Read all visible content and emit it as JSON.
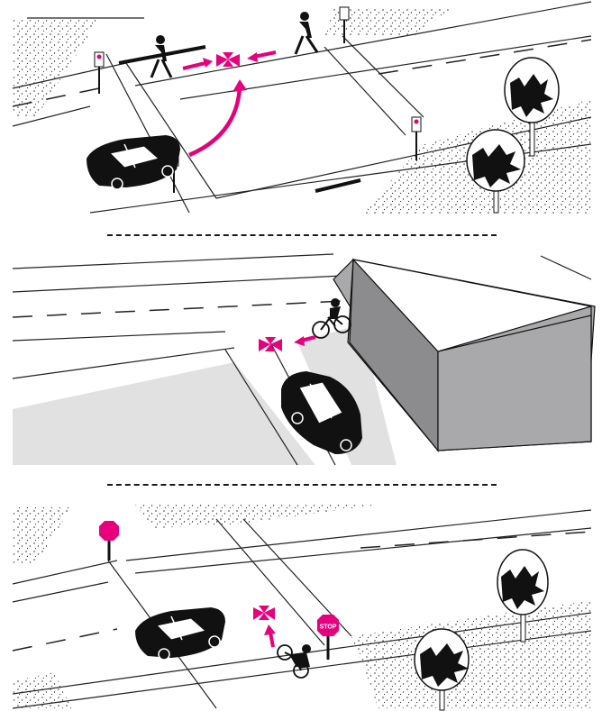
{
  "illustration": {
    "panels": [
      {
        "scene": "intersection-pedestrians-crossing"
      },
      {
        "scene": "driveway-cyclist-behind-building"
      },
      {
        "scene": "stop-sign-intersection-cyclist"
      }
    ],
    "stop_sign_text": "STOP",
    "colors": {
      "accent": "#e6007e",
      "ink": "#111111",
      "building_front": "#8c8c8e",
      "building_side": "#a9a9ab",
      "sidewalk_shade": "#e1e1e1",
      "paper": "#ffffff"
    },
    "icons": [
      "conflict-point-icon",
      "arrow-icon",
      "pedestrian-icon",
      "car-icon",
      "cyclist-icon",
      "tree-icon",
      "pedestrian-signal-icon",
      "stop-sign-icon"
    ]
  }
}
